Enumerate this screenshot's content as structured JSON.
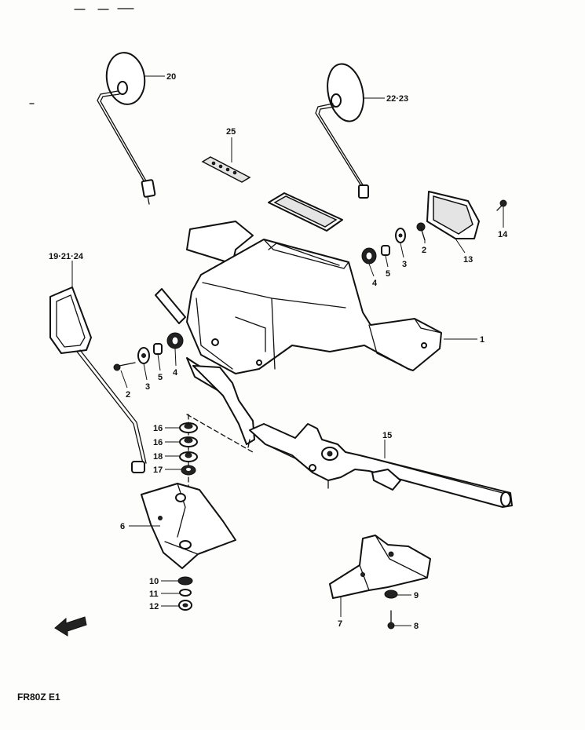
{
  "diagram": {
    "footer_code": "FR80Z E1",
    "labels": [
      {
        "id": "lbl-20",
        "text": "20"
      },
      {
        "id": "lbl-22-23",
        "text": "22·23"
      },
      {
        "id": "lbl-25",
        "text": "25"
      },
      {
        "id": "lbl-19-21-24",
        "text": "19·21·24"
      },
      {
        "id": "lbl-14",
        "text": "14"
      },
      {
        "id": "lbl-13",
        "text": "13"
      },
      {
        "id": "lbl-2-right",
        "text": "2"
      },
      {
        "id": "lbl-3-right",
        "text": "3"
      },
      {
        "id": "lbl-5-right",
        "text": "5"
      },
      {
        "id": "lbl-4-right",
        "text": "4"
      },
      {
        "id": "lbl-1",
        "text": "1"
      },
      {
        "id": "lbl-2-left",
        "text": "2"
      },
      {
        "id": "lbl-3-left",
        "text": "3"
      },
      {
        "id": "lbl-5-left",
        "text": "5"
      },
      {
        "id": "lbl-4-left",
        "text": "4"
      },
      {
        "id": "lbl-16-a",
        "text": "16"
      },
      {
        "id": "lbl-16-b",
        "text": "16"
      },
      {
        "id": "lbl-18",
        "text": "18"
      },
      {
        "id": "lbl-17",
        "text": "17"
      },
      {
        "id": "lbl-15",
        "text": "15"
      },
      {
        "id": "lbl-6",
        "text": "6"
      },
      {
        "id": "lbl-10",
        "text": "10"
      },
      {
        "id": "lbl-11",
        "text": "11"
      },
      {
        "id": "lbl-12",
        "text": "12"
      },
      {
        "id": "lbl-9",
        "text": "9"
      },
      {
        "id": "lbl-8",
        "text": "8"
      },
      {
        "id": "lbl-7",
        "text": "7"
      }
    ]
  }
}
